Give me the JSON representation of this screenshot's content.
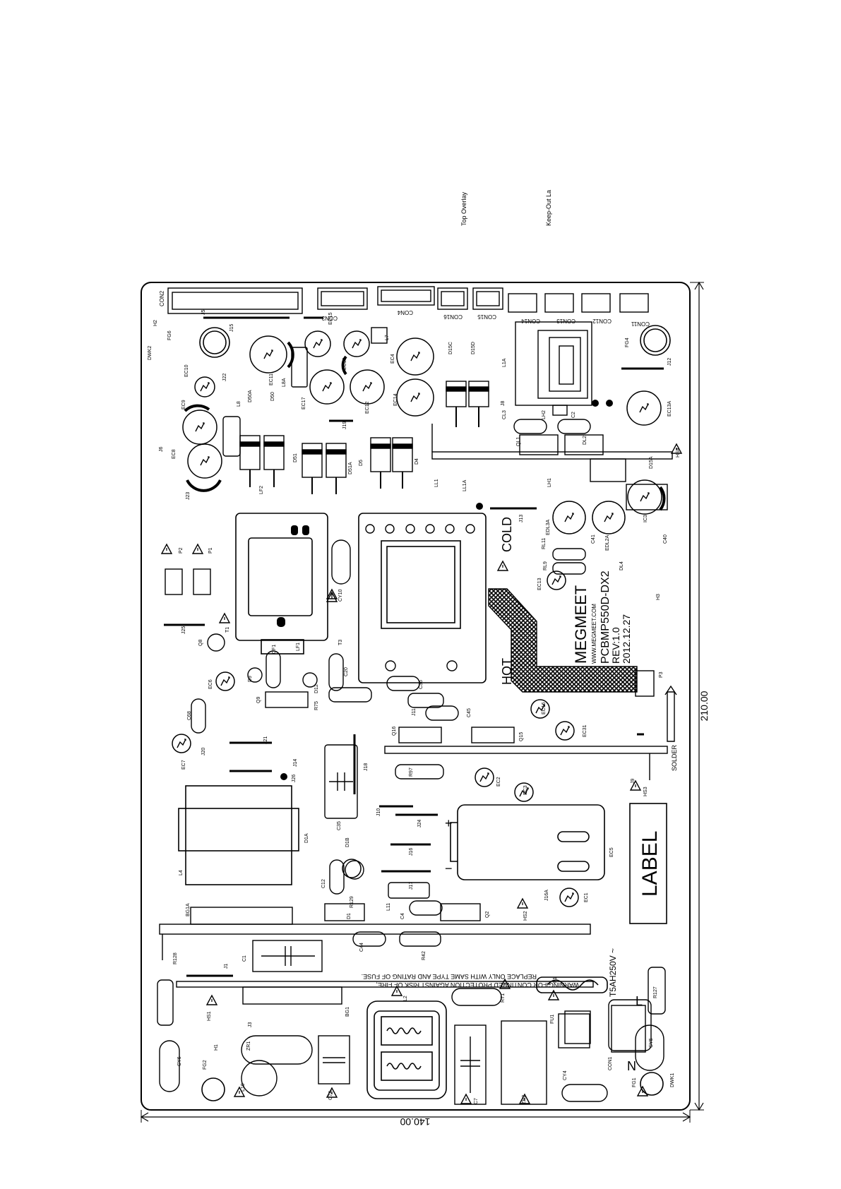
{
  "legend": {
    "top_overlay": "Top Overlay",
    "keep_out": "Keep-Out La"
  },
  "dimensions": {
    "width": "140.00",
    "height": "210.00"
  },
  "brand": {
    "name": "MEGMEET",
    "url": "WWW.MEGMEET.COM",
    "model": "PCBMP550D-DX2",
    "revision": "REV:1.0",
    "date": "2012.12.27"
  },
  "labels": {
    "hot": "HOT",
    "cold": "COLD",
    "label": "LABEL",
    "solder": "SOLDER",
    "fuse_rating": "T5AH250V ~",
    "warning_1": "WARNING:FOR CONTINUED PROTECTION AGAINST RISK OF FIRE,",
    "warning_2": "REPLACE ONLY WITH SAME TYPE AND RATING OF FUSE.",
    "n": "N",
    "l": "L"
  },
  "connectors": [
    "CON2",
    "CON3",
    "CON4",
    "CON16",
    "CON15",
    "CON14",
    "CON13",
    "CON12",
    "CON11"
  ],
  "designators": [
    "H2",
    "DWK2",
    "FG6",
    "J15",
    "J5",
    "EC15",
    "L7",
    "J22",
    "EC10",
    "EC11",
    "EC30",
    "EC4",
    "D15C",
    "D15D",
    "L1A",
    "FG4",
    "J12",
    "EC9",
    "L8",
    "D50A",
    "D50",
    "L8A",
    "EC17",
    "EC12",
    "EC14",
    "J8",
    "CL3",
    "LH2",
    "C2",
    "EC13A",
    "J6",
    "EC8",
    "J19",
    "D51",
    "D51A",
    "D5",
    "D4",
    "QL1",
    "DL2",
    "HS4",
    "D15A",
    "J23",
    "LF2",
    "LL1",
    "LL1A",
    "LH1",
    "J13",
    "EDL3A",
    "C41",
    "EDL2A",
    "IC3",
    "C40",
    "P2",
    "P1",
    "CY10",
    "RL9",
    "RL11",
    "EC13",
    "DL4",
    "T1",
    "T3",
    "J25",
    "Q8",
    "CF1",
    "LF1",
    "H3",
    "EC6",
    "D9",
    "D12",
    "C20",
    "R75",
    "C36",
    "J11",
    "C45",
    "EC16",
    "EC31",
    "P3",
    "Q9",
    "C68",
    "J20",
    "Q16",
    "Q15",
    "EC7",
    "J21",
    "J14",
    "J26",
    "J18",
    "R97",
    "EC2",
    "EC3",
    "J9",
    "HS3",
    "J10",
    "C35",
    "J24",
    "EC5",
    "D1A",
    "D1B",
    "J16",
    "L4",
    "J17",
    "C12",
    "R129",
    "J16A",
    "EC1",
    "L11",
    "C4",
    "BG1A",
    "D1",
    "Q2",
    "HS2",
    "C1",
    "R128",
    "C44",
    "R42",
    "J1",
    "F1",
    "RT1",
    "R127",
    "HS1",
    "BG1",
    "L2",
    "FU1",
    "J3",
    "ZR1",
    "H1",
    "CY6",
    "FG2",
    "L10",
    "C7A",
    "C7",
    "ZR2",
    "CY4",
    "CON1",
    "FG1",
    "CY5",
    "DWK1"
  ],
  "icons": [
    "warning-triangle-icon",
    "arrow-right-icon",
    "resistor-symbol-icon",
    "fuse-symbol-icon"
  ]
}
